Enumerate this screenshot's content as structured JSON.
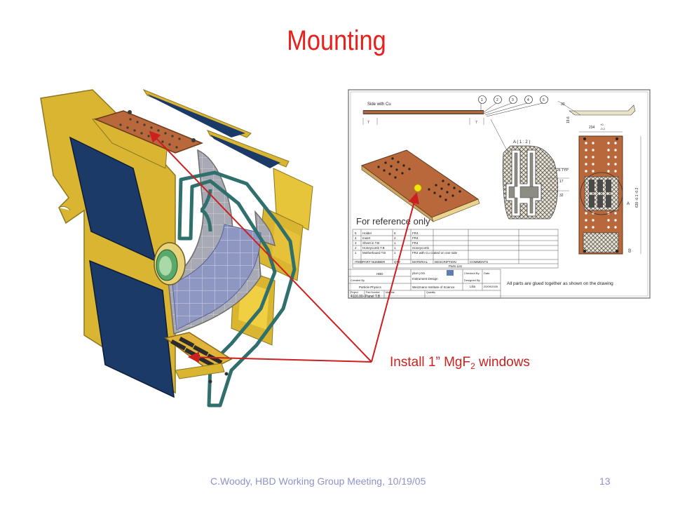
{
  "slide": {
    "title": "Mounting",
    "footer_left": "C.Woody, HBD Working Group Meeting, 10/19/05",
    "footer_right": "13",
    "caption_pre": "Install 1” MgF",
    "caption_sub": "2",
    "caption_post": " windows"
  },
  "drawing": {
    "side_label": "Side with Cu",
    "dim_7a": "7",
    "dim_7b": "7",
    "dim_19_6": "19.6",
    "dim_234": "234",
    "dim_234_tol_top": "+0",
    "dim_234_tol_bot": "-0.2",
    "dim_30": "30",
    "dim_26": "26 TYP",
    "dim_17": "17",
    "dim_32": "32",
    "dim_60": "60",
    "dim_630": "630 -0.1 -0.2",
    "detail_label": "A  ( 1 : 2 )",
    "section_a": "A",
    "balloons": [
      "1",
      "2",
      "3",
      "4",
      "5"
    ],
    "reference_note": "For reference only",
    "glued_note": "All parts are glued together as shown on the drawing",
    "parts_list_title": "Parts List",
    "parts_headers": [
      "ITEM",
      "PART NUMBER",
      "QTY",
      "MATERIAL",
      "DESCRIPTION",
      "COMMENTS"
    ],
    "parts_rows": [
      [
        "5",
        "Holder",
        "6",
        "FR4",
        "",
        ""
      ],
      [
        "4",
        "Insert",
        "2",
        "FR4",
        "",
        ""
      ],
      [
        "3",
        "Sheet in T.B",
        "1",
        "FR4",
        "",
        ""
      ],
      [
        "2",
        "Honeycomb T.B",
        "1",
        "Honeycomb",
        "",
        ""
      ],
      [
        "1",
        "Motherboard T.B",
        "1",
        "FR4 with Cu coated on one side",
        "",
        ""
      ]
    ],
    "title_block": {
      "project": "HBD",
      "created_by": "Created By",
      "dept": "Particle Physics",
      "project_label": "Project",
      "part_label": "Part Number",
      "material_label": "Material",
      "quantity_label": "Quantity",
      "part_number": "4116.00- Panel T.B",
      "inst_hebrew": "מכון ויצמן",
      "inst_name": "Instrument Design",
      "inst_full": "Weizmann Institute of Science",
      "checked": "Checked By",
      "designed": "Designed By",
      "designer": "Lilia",
      "date_label": "Date",
      "date": "20/09/2005"
    }
  },
  "colors": {
    "title": "#e8201c",
    "footer": "#8c93c9",
    "arrow": "#cc1f1f",
    "gold_frame": "#d9b531",
    "blue_panel": "#1c3a68",
    "teal_frame": "#2f6f6c",
    "copper": "#b8683a"
  }
}
